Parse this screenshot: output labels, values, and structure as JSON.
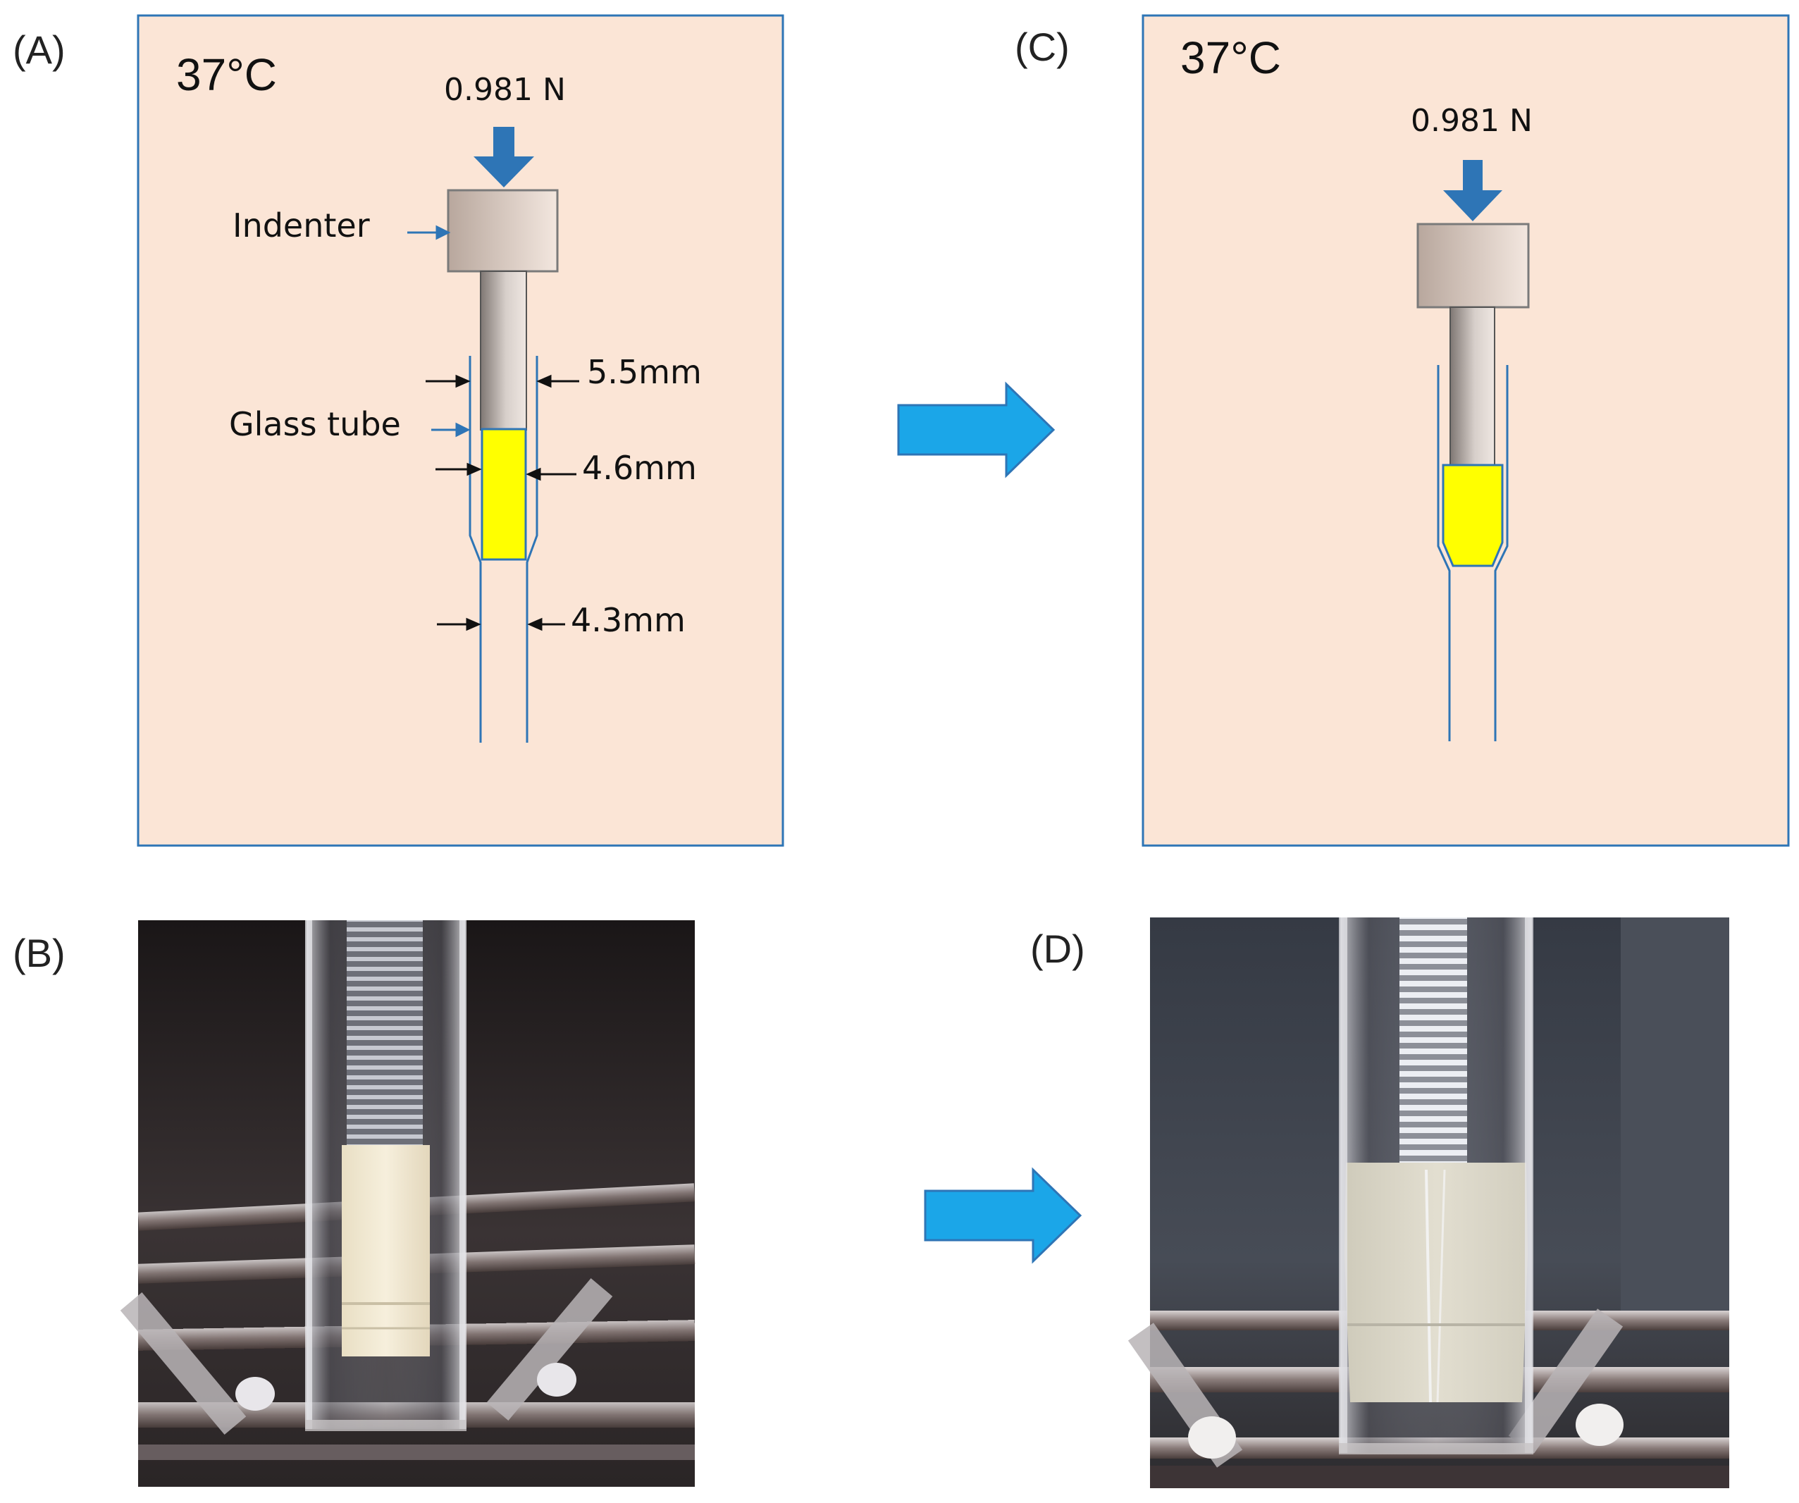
{
  "panels": {
    "a": {
      "label": "(A)",
      "temperature": "37°C",
      "force": "0.981 N",
      "indenter": "Indenter",
      "glass_tube": "Glass tube",
      "dim_outer": "5.5mm",
      "dim_sample": "4.6mm",
      "dim_narrow": "4.3mm"
    },
    "b": {
      "label": "(B)"
    },
    "c": {
      "label": "(C)",
      "temperature": "37°C",
      "force": "0.981 N"
    },
    "d": {
      "label": "(D)"
    }
  },
  "colors": {
    "panel_bg": "#fbe5d6",
    "panel_border": "#2e75b6",
    "tube_line": "#2e75b6",
    "force_arrow": "#2e75b6",
    "transition_arrow": "#1ba6e8",
    "sample": "#ffff00",
    "indenter_body": "#c9b8ad"
  }
}
